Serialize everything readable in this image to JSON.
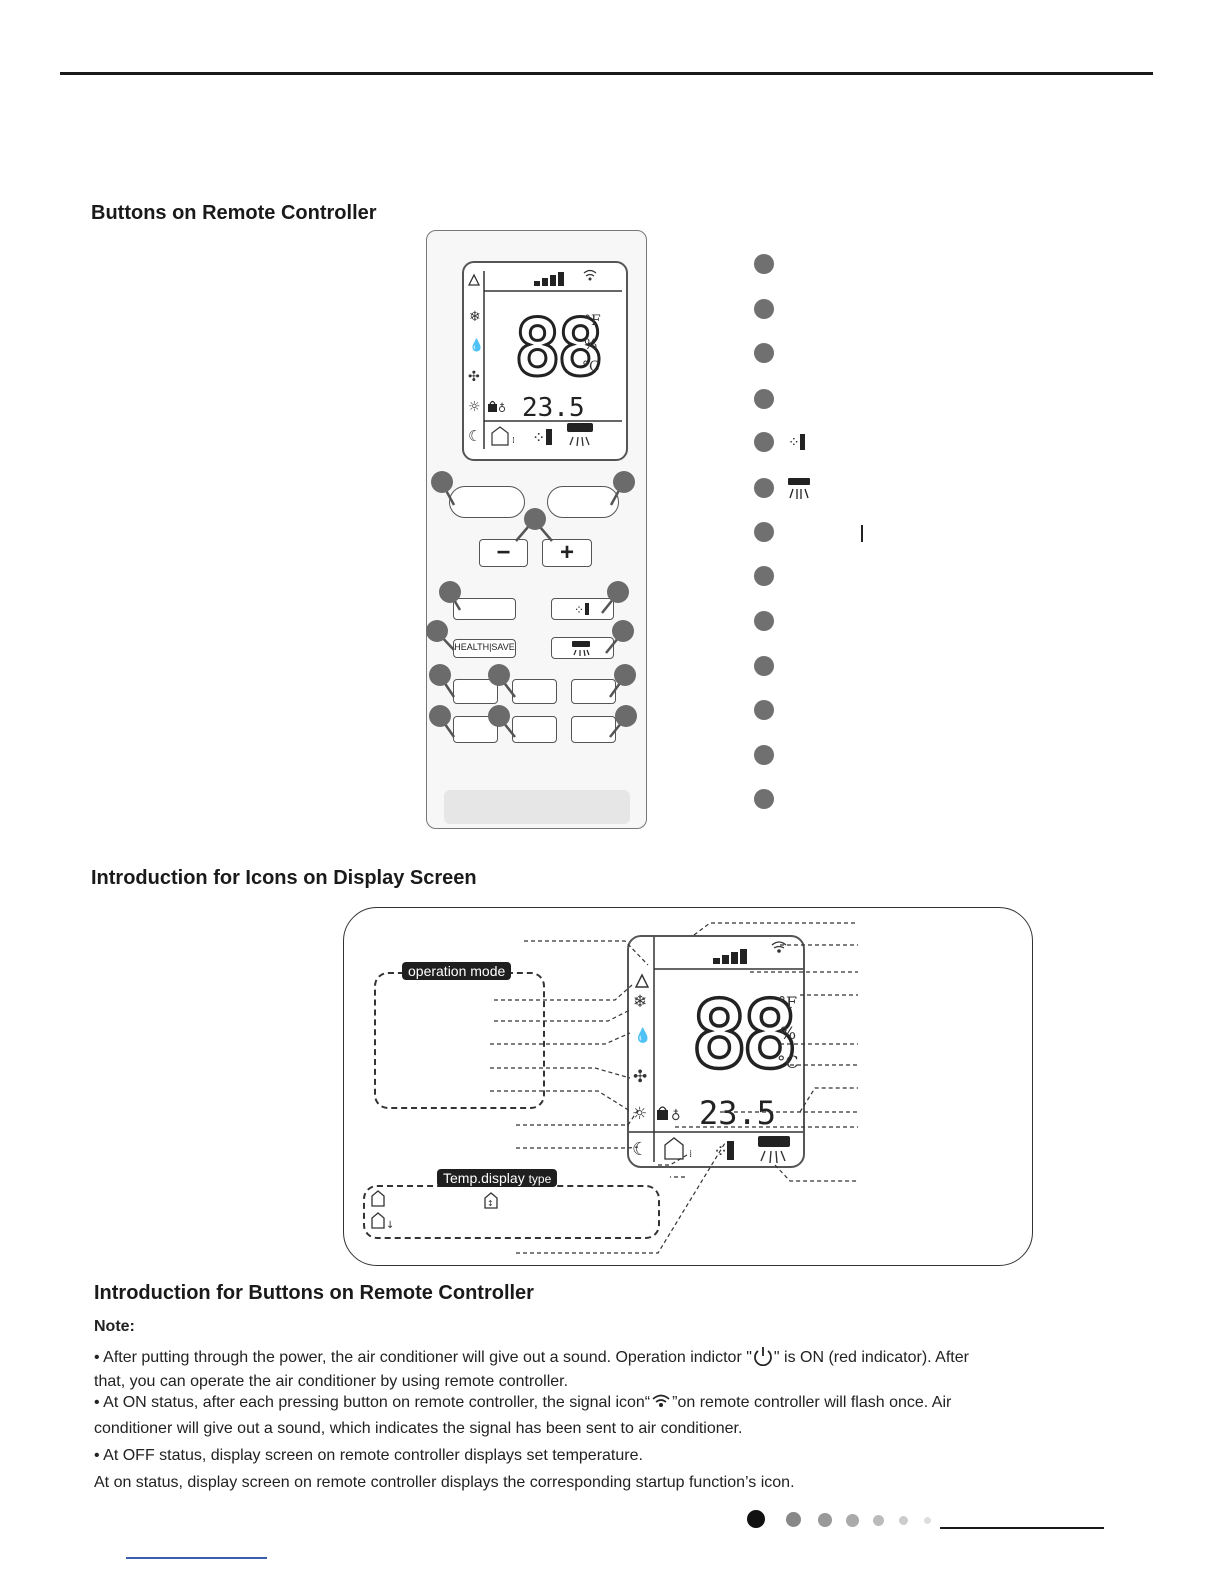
{
  "section1": {
    "title": "Buttons on Remote Controller"
  },
  "remote": {
    "lcd_temp": "23.5",
    "health_save_label": "HEALTH|SAVE",
    "minus_label": "−",
    "plus_label": "+"
  },
  "display_diagram": {
    "operation_mode_label": "operation mode",
    "temp_display_label": "Temp.display",
    "temp_display_suffix": "type",
    "unit_f": "°F",
    "unit_percent": "%",
    "unit_c": "°C",
    "temp_small": "23.5"
  },
  "section2": {
    "title": "Introduction  for Icons on Display Screen"
  },
  "section3": {
    "title": "Introduction for Buttons on Remote Controller",
    "note_label": "Note:",
    "bullet1_a": "• After putting through the power, the air conditioner will give out a sound. Operation indictor \"",
    "bullet1_b": "\" is ON (red indicator). After",
    "bullet1_c": "that, you can operate the air conditioner by using remote controller.",
    "bullet2_a": "• At ON status, after each pressing button on remote controller, the signal icon“",
    "bullet2_b": "”on remote controller will flash once. Air",
    "bullet2_c": "conditioner will give out a sound, which indicates the signal has been sent to air conditioner.",
    "bullet3": "• At OFF status, display screen on remote controller displays set temperature.",
    "bullet4": " At on status, display screen on remote controller displays the corresponding startup function’s icon."
  },
  "colors": {
    "dot": "#707070",
    "text": "#222222",
    "tag_bg": "#1f1f1f"
  }
}
